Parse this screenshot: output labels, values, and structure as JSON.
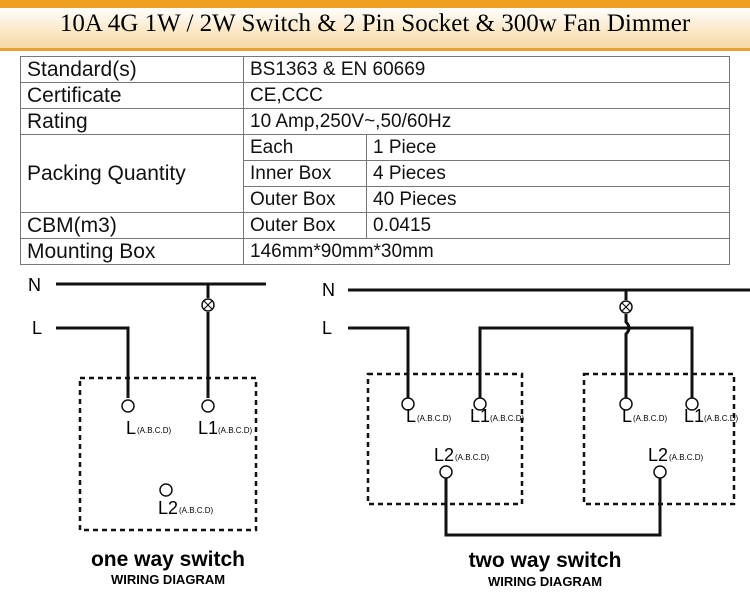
{
  "title": "10A 4G 1W / 2W Switch & 2 Pin Socket & 300w Fan Dimmer",
  "specs": {
    "standard": {
      "label": "Standard(s)",
      "value": "BS1363 & EN 60669"
    },
    "certificate": {
      "label": "Certificate",
      "value": "CE,CCC"
    },
    "rating": {
      "label": "Rating",
      "value": "10 Amp,250V~,50/60Hz"
    },
    "packing": {
      "label": "Packing Quantity",
      "rows": [
        {
          "unit": "Each",
          "qty": "1 Piece"
        },
        {
          "unit": "Inner Box",
          "qty": "4 Pieces"
        },
        {
          "unit": "Outer Box",
          "qty": "40 Pieces"
        }
      ]
    },
    "cbm": {
      "label": "CBM(m3)",
      "unit": "Outer Box",
      "value": "0.0415"
    },
    "mounting": {
      "label": "Mounting Box",
      "value": "146mm*90mm*30mm"
    }
  },
  "diagrams": {
    "one_way": {
      "n": "N",
      "l": "L",
      "terminal_l": "L",
      "terminal_l1": "L1",
      "terminal_l2": "L2",
      "sub": "(A.B.C.D)",
      "title": "one way switch",
      "subtitle": "WIRING DIAGRAM"
    },
    "two_way": {
      "n": "N",
      "l": "L",
      "terminal_l": "L",
      "terminal_l1": "L1",
      "terminal_l2": "L2",
      "sub": "(A.B.C.D)",
      "title": "two way switch",
      "subtitle": "WIRING DIAGRAM"
    }
  }
}
